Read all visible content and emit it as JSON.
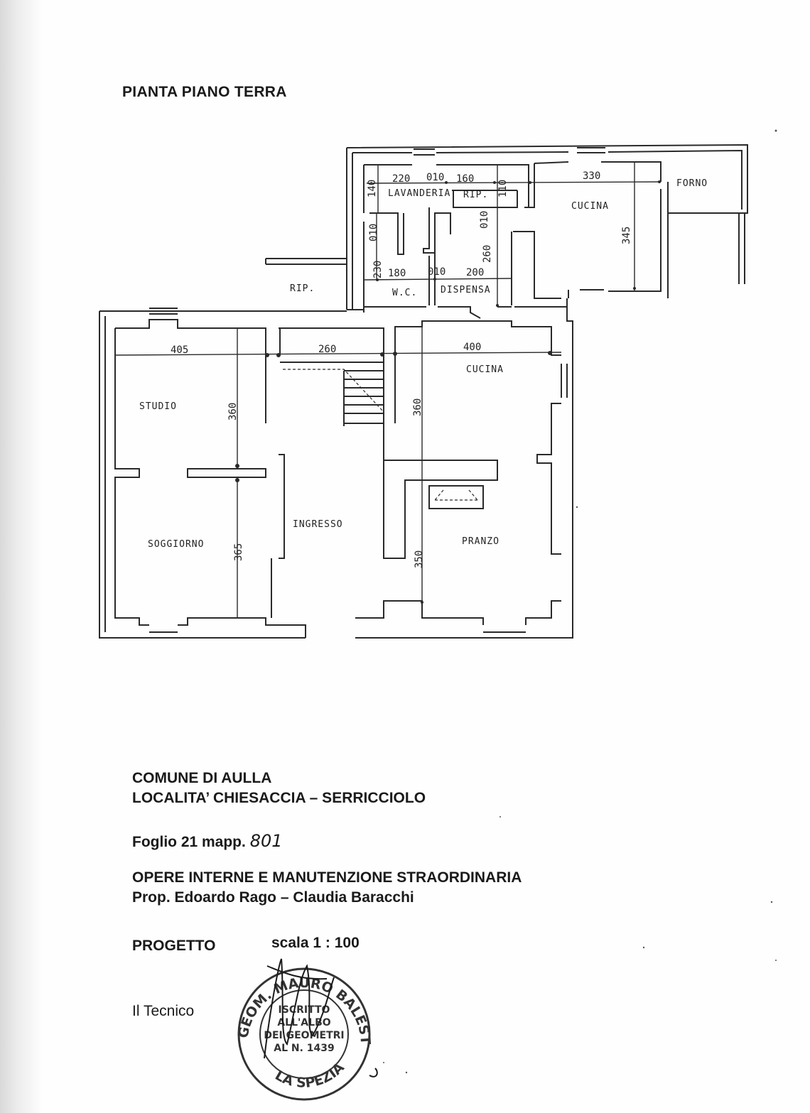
{
  "header": {
    "title": "PIANTA PIANO TERRA"
  },
  "rooms": {
    "lavanderia": "LAVANDERIA",
    "rip_top": "RIP.",
    "cucina_top": "CUCINA",
    "forno": "FORNO",
    "wc": "W.C.",
    "dispensa": "DISPENSA",
    "rip_left": "RIP.",
    "studio": "STUDIO",
    "cucina_main": "CUCINA",
    "ingresso": "INGRESSO",
    "soggiorno": "SOGGIORNO",
    "pranzo": "PRANZO"
  },
  "dimensions": {
    "d220": "220",
    "d010a": "010",
    "d160": "160",
    "d140": "140",
    "d110": "110",
    "d330": "330",
    "d345": "345",
    "d010b": "010",
    "d230": "230",
    "d010c": "010",
    "d260v": "260",
    "d180": "180",
    "d010d": "010",
    "d200": "200",
    "d405": "405",
    "d260": "260",
    "d400": "400",
    "d360a": "360",
    "d360b": "360",
    "d365": "365",
    "d350": "350"
  },
  "info": {
    "comune": "COMUNE DI AULLA",
    "localita": "LOCALITA’ CHIESACCIA – SERRICCIOLO",
    "foglio": "Foglio 21 mapp.",
    "mapp_num": "801",
    "opere": "OPERE INTERNE E MANUTENZIONE STRAORDINARIA",
    "prop": "Prop. Edoardo Rago – Claudia Baracchi",
    "progetto": "PROGETTO",
    "scala": "scala 1 : 100",
    "tecnico": "Il Tecnico"
  },
  "stamp": {
    "ring_top": "GEOM. MAURO BALESTRI",
    "ring_bottom": "LA SPEZIA",
    "line1": "ISCRITTO",
    "line2": "ALL'ALBO",
    "line3": "DEI GEOMETRI",
    "line4": "AL N. 1439"
  }
}
